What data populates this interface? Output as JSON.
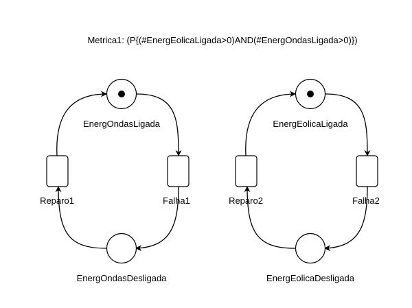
{
  "metric": "Metrica1: (P{(#EnergEolicaLigada>0)AND(#EnergOndasLigada>0)})",
  "places": {
    "ondas_ligada": {
      "label": "EnergOndasLigada",
      "tokens": 1
    },
    "ondas_desligada": {
      "label": "EnergOndasDesligada",
      "tokens": 0
    },
    "eolica_ligada": {
      "label": "EnergEolicaLigada",
      "tokens": 1
    },
    "eolica_desligada": {
      "label": "EnergEolicaDesligada",
      "tokens": 0
    }
  },
  "transitions": {
    "reparo1": {
      "label": "Reparo1"
    },
    "falha1": {
      "label": "Falha1"
    },
    "reparo2": {
      "label": "Reparo2"
    },
    "falha2": {
      "label": "Falha2"
    }
  }
}
